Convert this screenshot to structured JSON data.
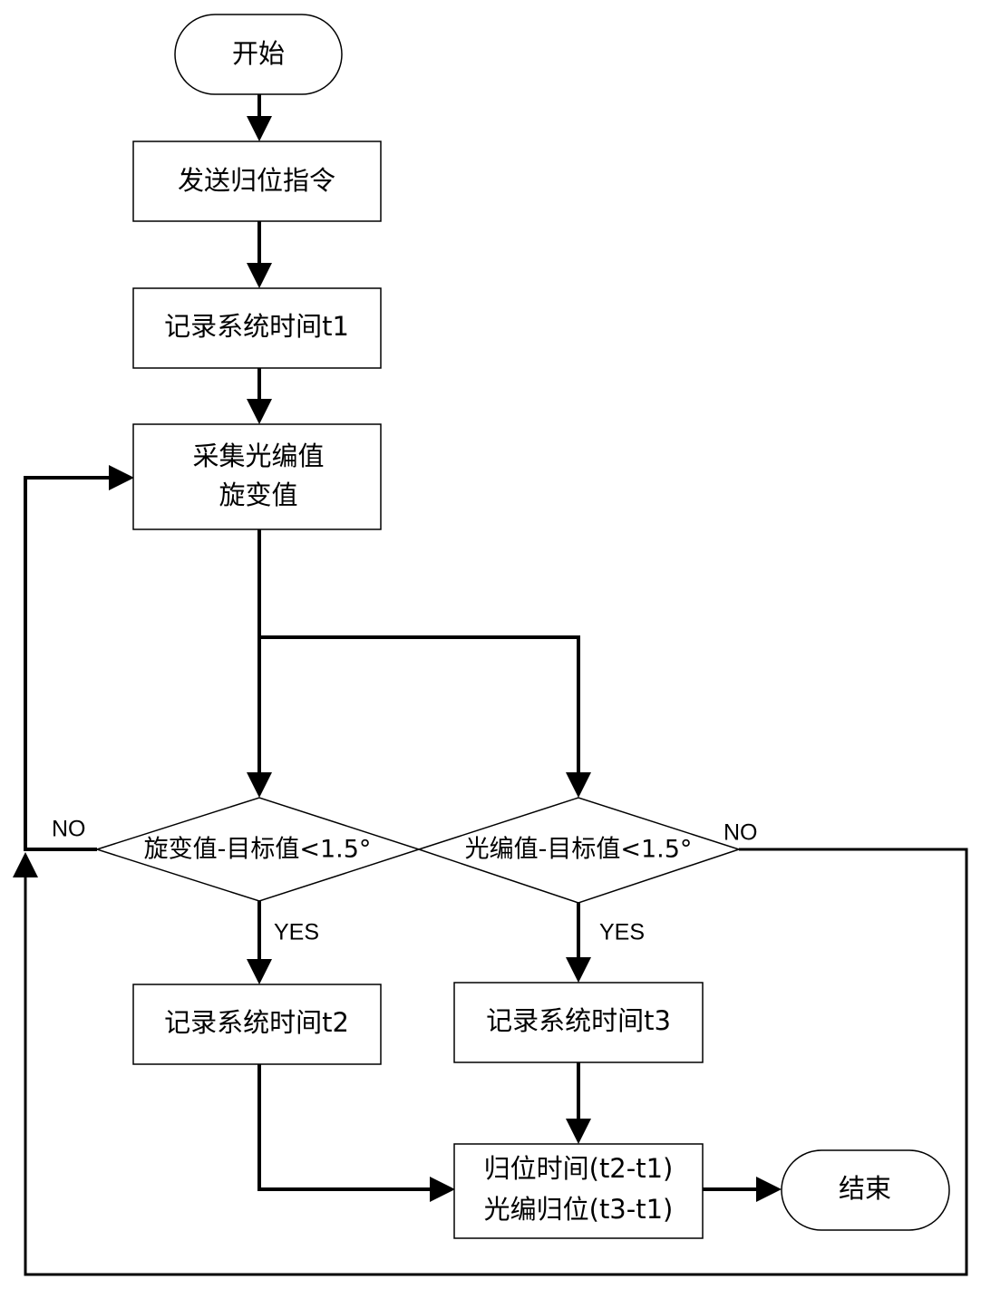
{
  "nodes": {
    "start": "开始",
    "send_command": "发送归位指令",
    "record_t1": "记录系统时间t1",
    "collect_line1": "采集光编值",
    "collect_line2": "旋变值",
    "decision_resolver": "旋变值-目标值<1.5°",
    "decision_encoder": "光编值-目标值<1.5°",
    "record_t2": "记录系统时间t2",
    "record_t3": "记录系统时间t3",
    "result_line1": "归位时间(t2-t1)",
    "result_line2": "光编归位(t3-t1)",
    "end": "结束"
  },
  "labels": {
    "no_left": "NO",
    "no_right": "NO",
    "yes_left": "YES",
    "yes_right": "YES"
  }
}
